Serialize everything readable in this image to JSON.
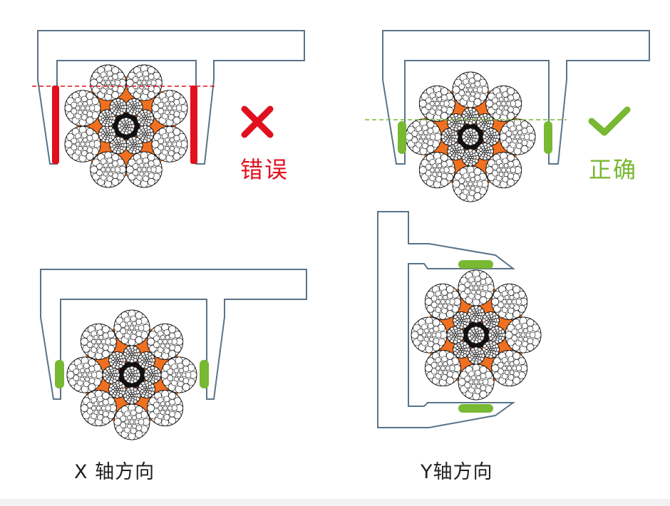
{
  "panels": {
    "wrong": {
      "verdict": "错误",
      "icon": "cross-icon"
    },
    "correct": {
      "verdict": "正确",
      "icon": "check-icon"
    },
    "x_direction": {
      "label": "X 轴方向"
    },
    "y_direction": {
      "label": "Y轴方向"
    }
  },
  "colors": {
    "wrong": "#e0101e",
    "correct": "#78b833",
    "rope_fill": "#f07020",
    "caliper": "#5a7388"
  }
}
